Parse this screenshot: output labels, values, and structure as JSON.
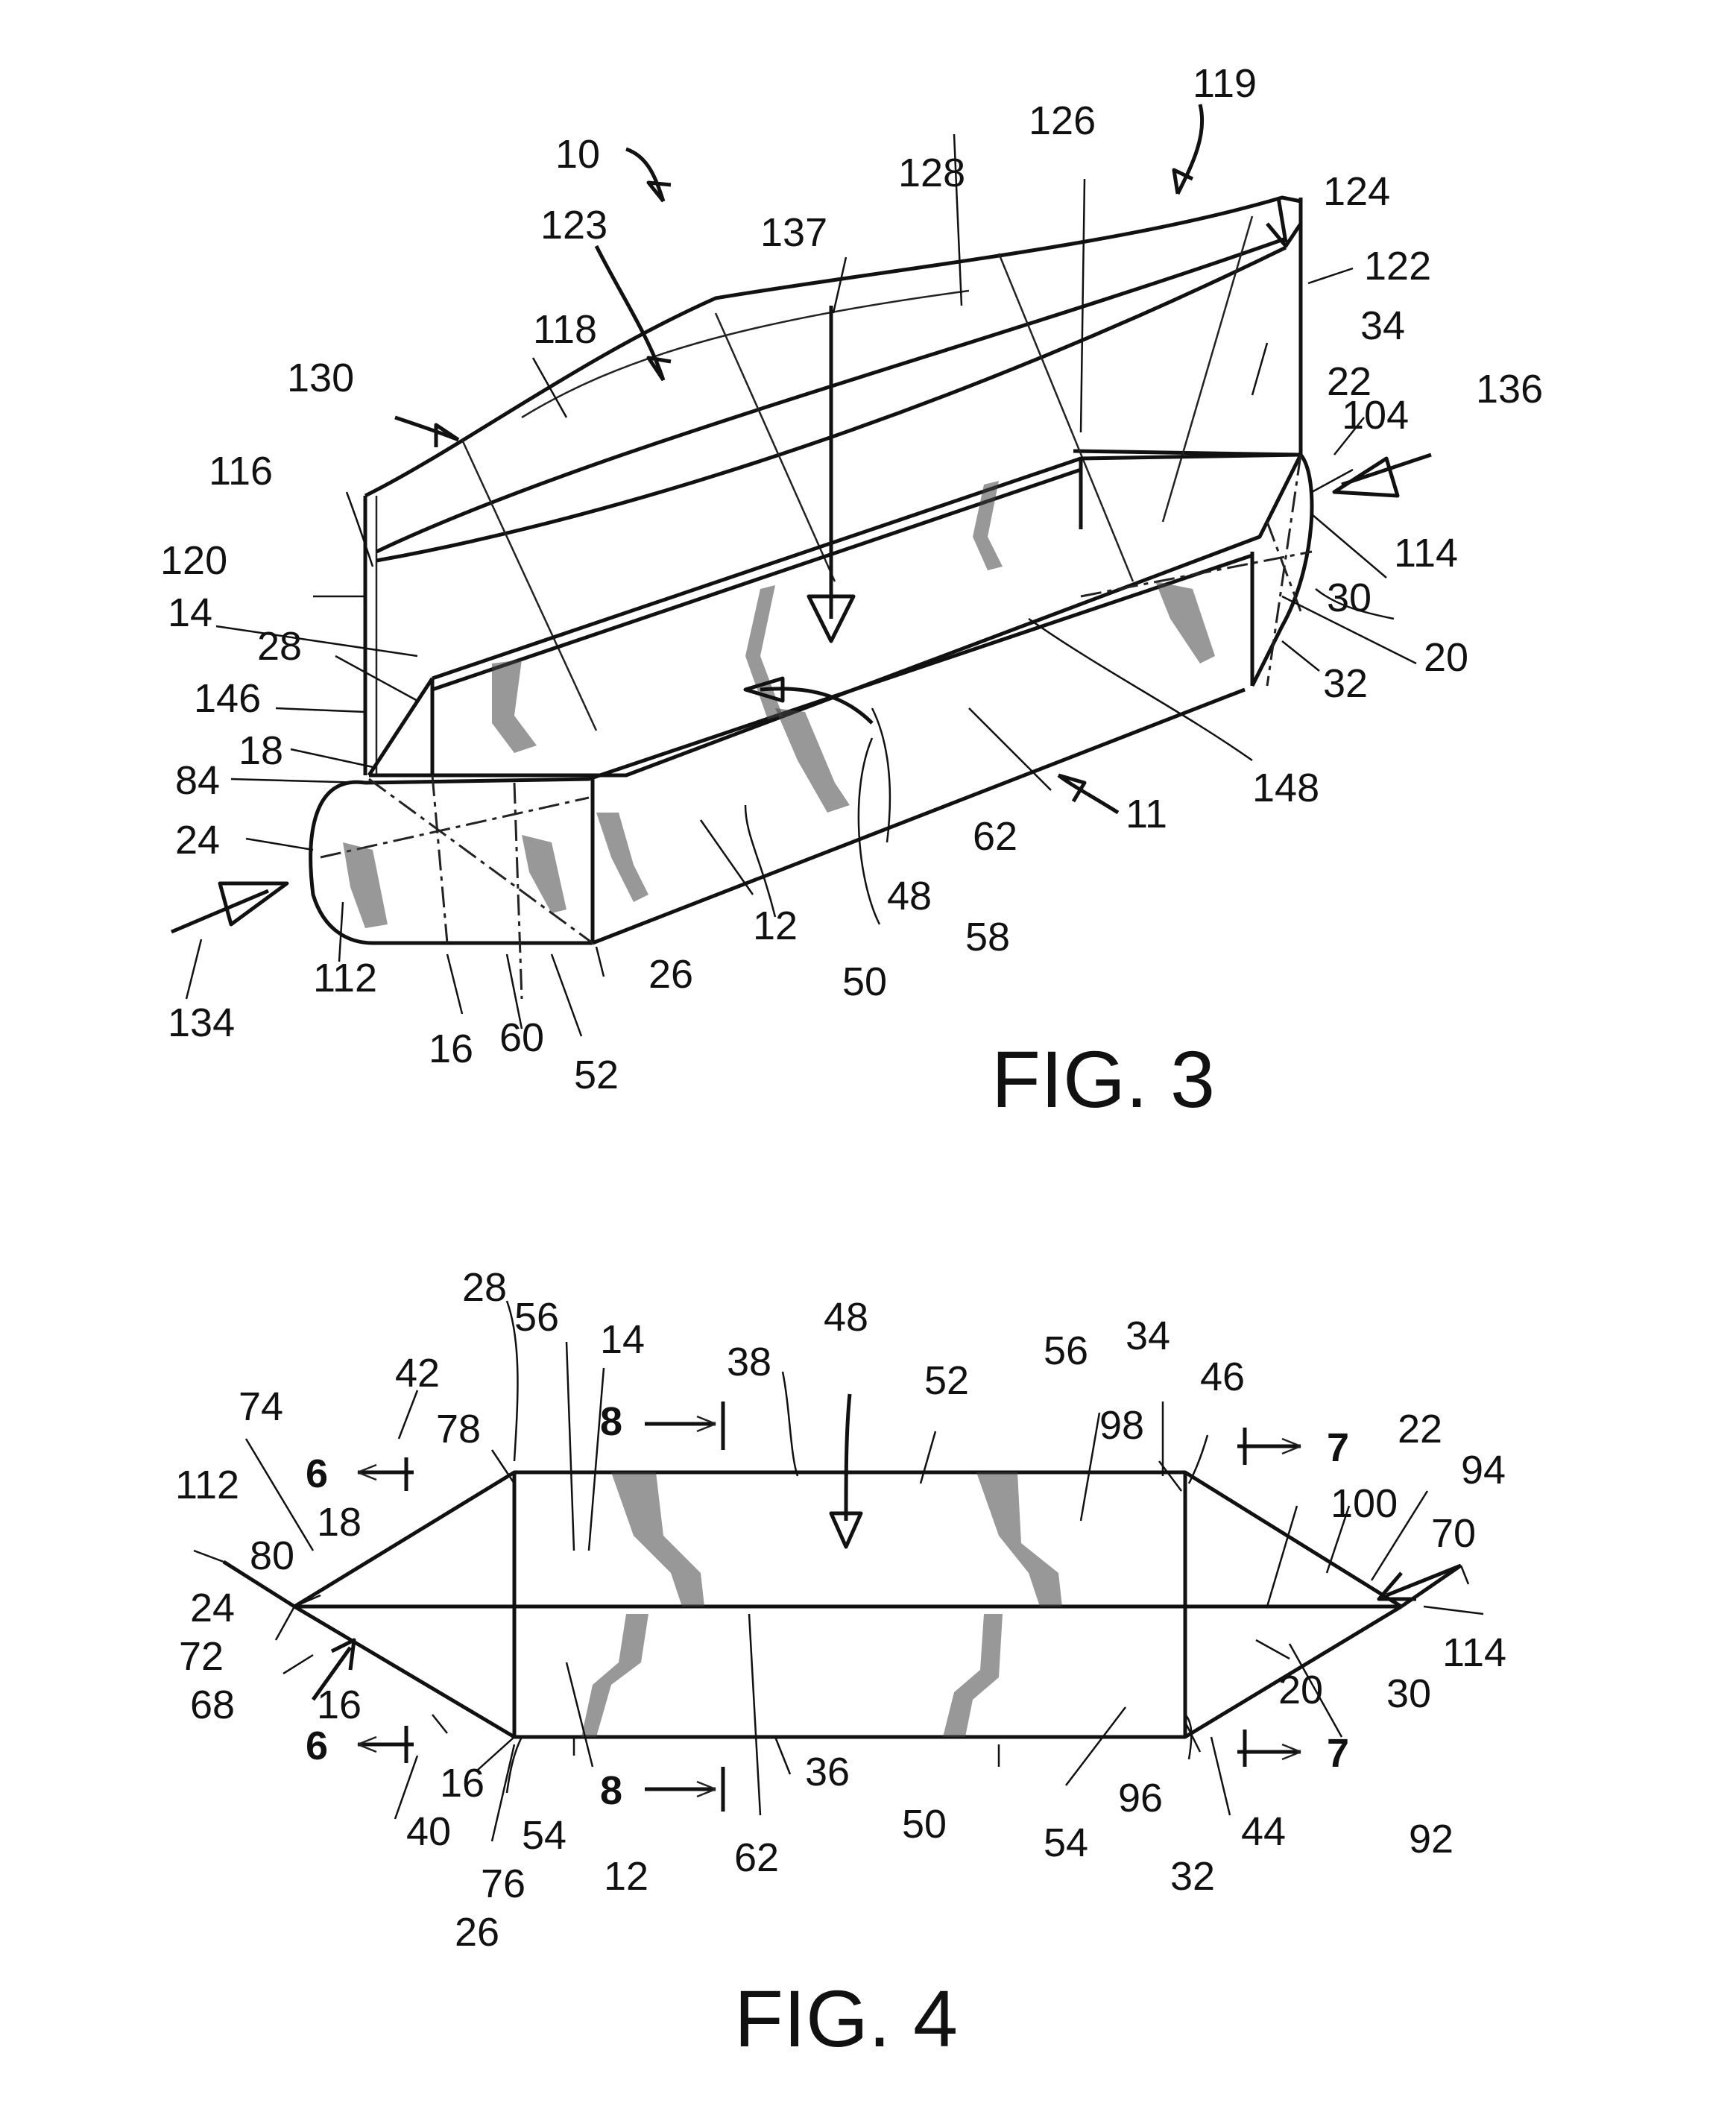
{
  "fig3": {
    "caption": "FIG. 3",
    "labels": {
      "l10": "10",
      "l119": "119",
      "l126": "126",
      "l128": "128",
      "l124": "124",
      "l123": "123",
      "l137": "137",
      "l122": "122",
      "l118": "118",
      "l34": "34",
      "l130": "130",
      "l136": "136",
      "l22": "22",
      "l104": "104",
      "l116": "116",
      "l114": "114",
      "l120": "120",
      "l30": "30",
      "l14": "14",
      "l20": "20",
      "l28": "28",
      "l32": "32",
      "l146": "146",
      "l18": "18",
      "l148": "148",
      "l84": "84",
      "l11": "11",
      "l62": "62",
      "l24": "24",
      "l48": "48",
      "l12": "12",
      "l58": "58",
      "l26": "26",
      "l50": "50",
      "l112": "112",
      "l134": "134",
      "l60": "60",
      "l16": "16",
      "l52": "52"
    }
  },
  "fig4": {
    "caption": "FIG. 4",
    "labels": {
      "l28": "28",
      "l48": "48",
      "l56a": "56",
      "l14": "14",
      "l56b": "56",
      "l34": "34",
      "l74": "74",
      "l42": "42",
      "l38": "38",
      "l52": "52",
      "l46": "46",
      "l78": "78",
      "l98": "98",
      "l22": "22",
      "l94": "94",
      "l112": "112",
      "l100": "100",
      "l70": "70",
      "l18": "18",
      "l80": "80",
      "l24": "24",
      "l114": "114",
      "l72": "72",
      "l30": "30",
      "l68": "68",
      "l20": "20",
      "l16a": "16",
      "l16b": "16",
      "l36": "36",
      "l96": "96",
      "l44": "44",
      "l92": "92",
      "l40": "40",
      "l54a": "54",
      "l54b": "54",
      "l50": "50",
      "l76": "76",
      "l12": "12",
      "l62": "62",
      "l32": "32",
      "l26": "26"
    },
    "section_marks": {
      "m6": "6",
      "m7": "7",
      "m8": "8"
    }
  }
}
